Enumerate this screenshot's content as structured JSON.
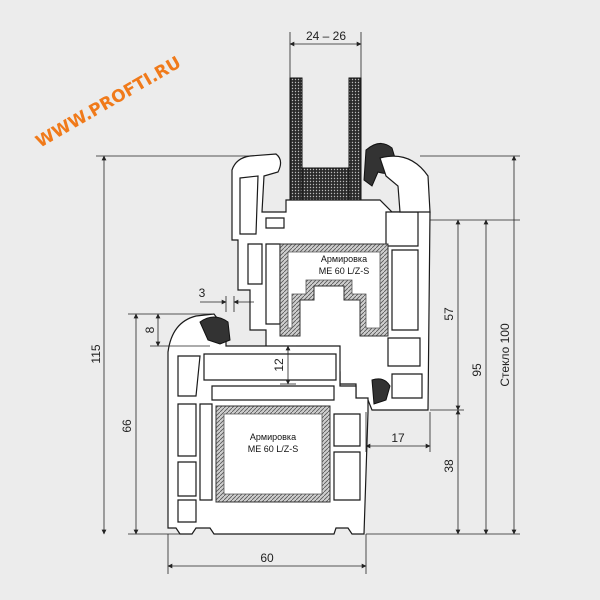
{
  "watermark": "WWW.PROFTI.RU",
  "labels": {
    "upper_reinforcement_line1": "Армировка",
    "upper_reinforcement_line2": "ME 60 L/Z-S",
    "lower_reinforcement_line1": "Армировка",
    "lower_reinforcement_line2": "ME 60 L/Z-S"
  },
  "dimensions": {
    "glass_thickness": "24 – 26",
    "total_height": "115",
    "frame_height": "66",
    "overlap": "8",
    "gap": "3",
    "sash_offset": "12",
    "sash_height": "57",
    "sash_total": "95",
    "glass_depth": "Стекло 100",
    "rebate_depth": "17",
    "frame_top": "38",
    "frame_width": "60"
  },
  "colors": {
    "background": "#ececec",
    "line": "#1a1a1a",
    "profile_fill": "#ffffff",
    "hatch": "#8a8a8a",
    "watermark": "#f07a1a"
  }
}
